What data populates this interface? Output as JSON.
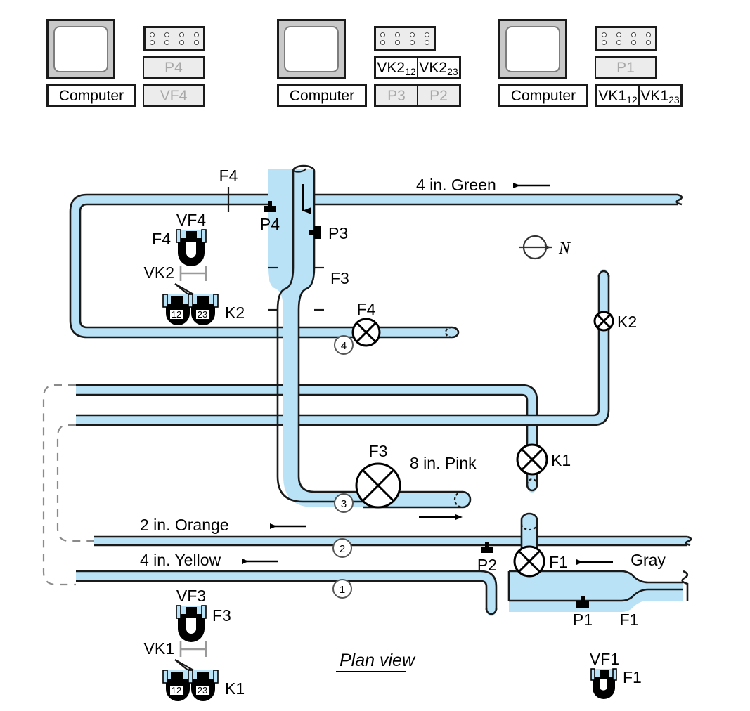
{
  "title": "Plan view",
  "colors": {
    "pipe_fill": "#b9e2f7",
    "pipe_outline": "#1a1a1a",
    "dim_text": "#a8a8a8",
    "dim_box": "#ececec",
    "dashed": "#8a8a8a"
  },
  "computer_groups": [
    {
      "monitor_label": "Computer",
      "connector": "connector-block",
      "rows": [
        {
          "cells": [
            {
              "text": "P4",
              "dim": true
            }
          ]
        },
        {
          "cells": [
            {
              "text": "VF4",
              "dim": true
            }
          ]
        }
      ]
    },
    {
      "monitor_label": "Computer",
      "connector": "connector-block",
      "rows": [
        {
          "cells": [
            {
              "text": "VK2",
              "sub": "12",
              "dim": false
            },
            {
              "text": "VK2",
              "sub": "23",
              "dim": false
            }
          ]
        },
        {
          "cells": [
            {
              "text": "P3",
              "dim": true
            },
            {
              "text": "P2",
              "dim": true
            }
          ]
        }
      ]
    },
    {
      "monitor_label": "Computer",
      "connector": "connector-block",
      "rows": [
        {
          "cells": [
            {
              "text": "P1",
              "dim": true
            }
          ]
        },
        {
          "cells": [
            {
              "text": "VK1",
              "sub": "12",
              "dim": false
            },
            {
              "text": "VK1",
              "sub": "23",
              "dim": false
            }
          ]
        }
      ]
    }
  ],
  "pipe_labels": [
    {
      "id": "green",
      "text": "4 in. Green",
      "flow_arrow": "left"
    },
    {
      "id": "pink",
      "text": "8 in. Pink",
      "flow_arrow": "right"
    },
    {
      "id": "orange",
      "text": "2 in. Orange",
      "flow_arrow": "left"
    },
    {
      "id": "yellow",
      "text": "4 in. Yellow",
      "flow_arrow": "left"
    },
    {
      "id": "gray",
      "text": "Gray",
      "flow_arrow": "left"
    }
  ],
  "stream_numbers": [
    "1",
    "2",
    "3",
    "4"
  ],
  "valves": [
    {
      "name": "F4",
      "kind": "cross-valve"
    },
    {
      "name": "F3",
      "kind": "cross-valve"
    },
    {
      "name": "K2",
      "kind": "cross-valve"
    },
    {
      "name": "K1",
      "kind": "cross-valve"
    },
    {
      "name": "F1",
      "kind": "cross-valve"
    }
  ],
  "sensors": [
    {
      "name": "P4"
    },
    {
      "name": "P3"
    },
    {
      "name": "P2"
    },
    {
      "name": "P1"
    }
  ],
  "flow_elements": [
    {
      "name": "F4",
      "kind": "orifice-tick"
    },
    {
      "name": "F3",
      "kind": "venturi"
    },
    {
      "name": "F1",
      "kind": "venturi"
    }
  ],
  "legend_symbols": [
    {
      "valve": "VF4",
      "vessel": "F4"
    },
    {
      "valve": "VK2",
      "vessel": "K2",
      "ports": [
        "12",
        "23"
      ]
    },
    {
      "valve": "VF3",
      "vessel": "F3"
    },
    {
      "valve": "VK1",
      "vessel": "K1",
      "ports": [
        "12",
        "23"
      ]
    },
    {
      "valve": "VF1",
      "vessel": "F1"
    }
  ],
  "north_indicator": {
    "label": "N"
  }
}
